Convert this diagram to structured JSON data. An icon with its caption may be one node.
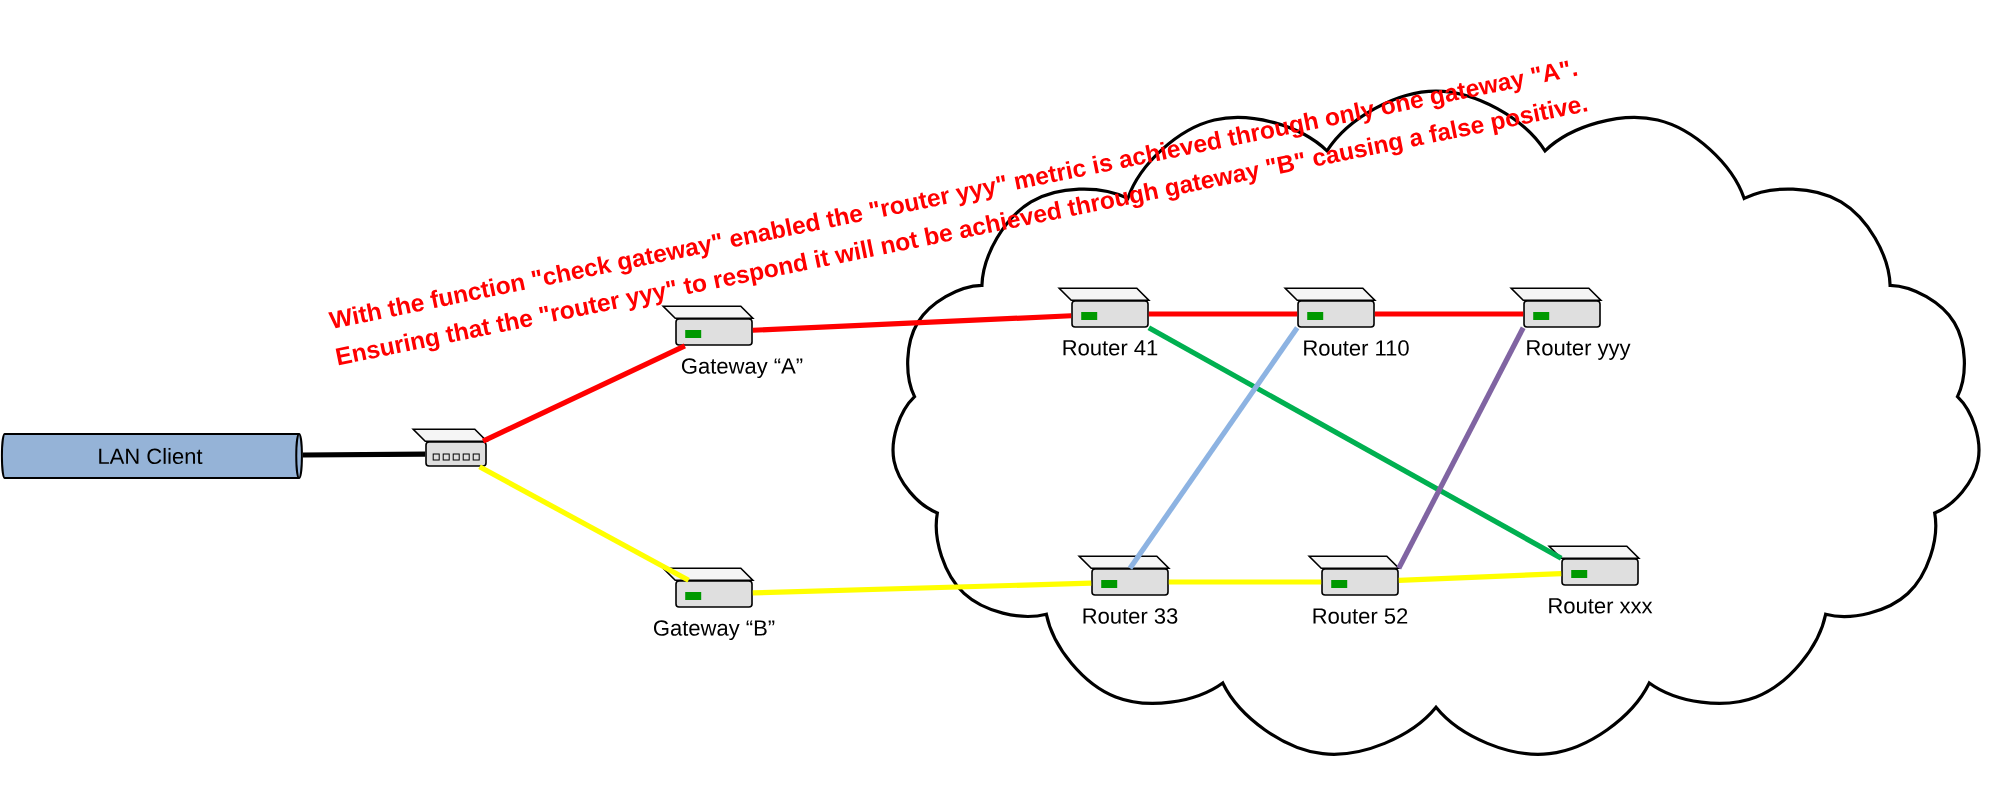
{
  "diagram": {
    "nodes": [
      {
        "text": [
          "LAN Client"
        ]
      },
      {
        "text": [],
        "shape": "switch"
      },
      {
        "text": [
          "Gateway “A”"
        ]
      },
      {
        "text": [
          "Gateway “B”"
        ]
      },
      {
        "text": [],
        "shape": "cloud"
      },
      {
        "text": [
          "Router 41"
        ],
        "in": 4
      },
      {
        "text": [
          "Router 110"
        ],
        "in": 4
      },
      {
        "text": [
          "Router yyy"
        ],
        "in": 4
      },
      {
        "text": [
          "Router 33"
        ],
        "in": 4
      },
      {
        "text": [
          "Router 52"
        ],
        "in": 4
      },
      {
        "text": [
          "Router xxx"
        ],
        "in": 4
      }
    ],
    "edges": [
      {
        "from": 0,
        "to": 1,
        "arrow": "none",
        "color": "#000000"
      },
      {
        "from": 1,
        "to": 2,
        "arrow": "none",
        "color": "#ff0000"
      },
      {
        "from": 1,
        "to": 3,
        "arrow": "none",
        "color": "#ffff00"
      },
      {
        "from": 2,
        "to": 5,
        "arrow": "none",
        "color": "#ff0000"
      },
      {
        "from": 5,
        "to": 6,
        "arrow": "none",
        "color": "#ff0000"
      },
      {
        "from": 6,
        "to": 7,
        "arrow": "none",
        "color": "#ff0000"
      },
      {
        "from": 3,
        "to": 8,
        "arrow": "none",
        "color": "#ffff00"
      },
      {
        "from": 8,
        "to": 9,
        "arrow": "none",
        "color": "#ffff00"
      },
      {
        "from": 9,
        "to": 10,
        "arrow": "none",
        "color": "#ffff00"
      },
      {
        "from": 5,
        "to": 10,
        "arrow": "none",
        "color": "#00b050"
      },
      {
        "from": 8,
        "to": 6,
        "arrow": "none",
        "color": "#8db3e2"
      },
      {
        "from": 9,
        "to": 7,
        "arrow": "none",
        "color": "#8064a2"
      }
    ],
    "labels": [
      "With the function \"check gateway\" enabled the \"router yyy\" metric is achieved through only one gateway \"A\".",
      "Ensuring that the \"router yyy\" to respond it will not be achieved through gateway \"B\" causing a false positive."
    ]
  }
}
